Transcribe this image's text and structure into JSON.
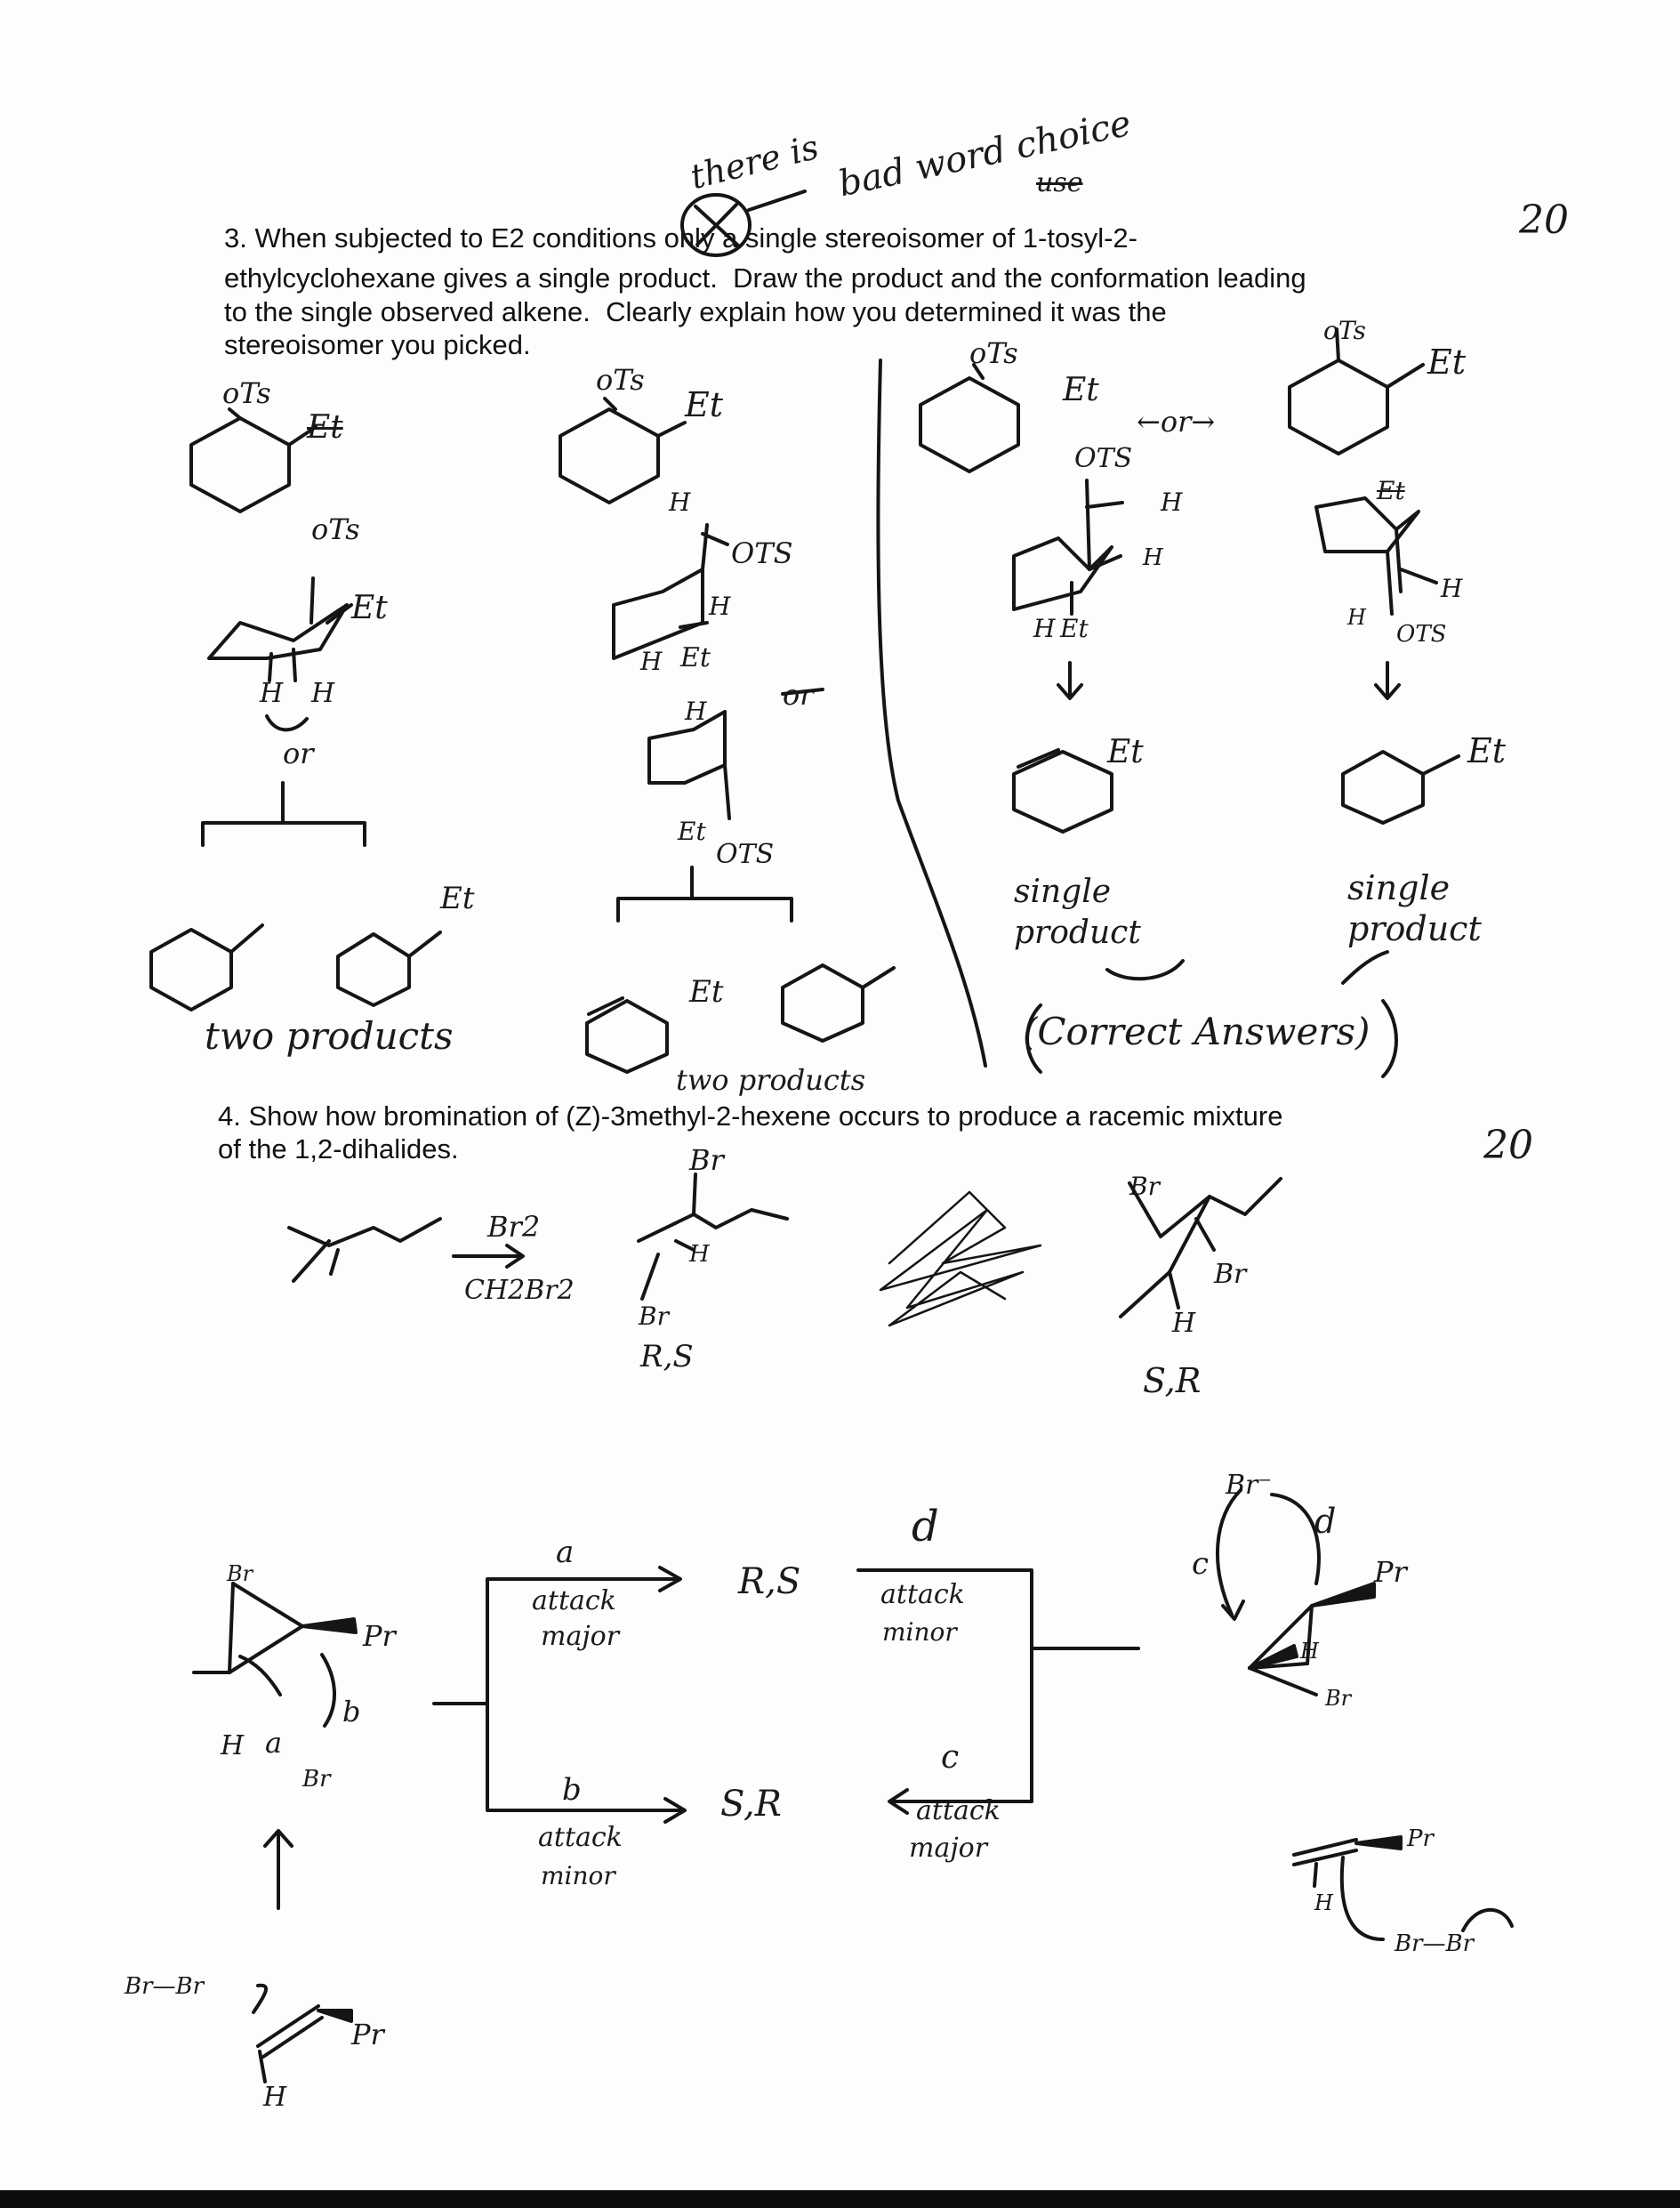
{
  "question3": {
    "lines": [
      "3. When subjected to E2 conditions only a single stereoisomer of 1-tosyl-2-",
      "ethylcyclohexane gives a single product.  Draw the product and the conformation leading",
      "to the single observed alkene.  Clearly explain how you determined it was the",
      "stereoisomer you picked."
    ],
    "score": "20",
    "grader_note_1": "there is",
    "grader_note_2": "bad word choice",
    "grader_note_3": "use"
  },
  "question4": {
    "lines": [
      "4. Show how bromination of (Z)-3methyl-2-hexene occurs to produce a racemic mixture",
      "of the 1,2-dihalides."
    ],
    "score": "20"
  },
  "handwriting": {
    "ots": "oTs",
    "ots_caps": "OTS",
    "et": "Et",
    "h": "H",
    "or": "or",
    "or_arrows": "←or→",
    "two_products_1": "two products",
    "two_products_2": "two products",
    "single_product": "single product",
    "correct_answers": "(Correct Answers)",
    "br": "Br",
    "br2": "Br2",
    "solvent": "CH2Br2",
    "rs": "R,S",
    "sr": "S,R",
    "label_a": "a",
    "label_b": "b",
    "label_c": "c",
    "label_d": "d",
    "attack": "attack",
    "major": "major",
    "minor": "minor",
    "pr": "Pr",
    "br_minus": "Br⁻",
    "br_br": "Br—Br"
  }
}
